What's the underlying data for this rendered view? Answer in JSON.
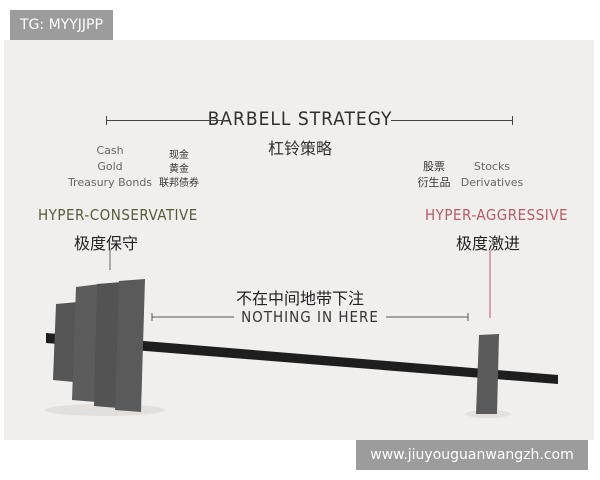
{
  "header": {
    "tag": "TG: MYYJJPP"
  },
  "title": {
    "en": "BARBELL STRATEGY",
    "zh": "杠铃策略"
  },
  "left": {
    "assets_en": [
      "Cash",
      "Gold",
      "Treasury Bonds"
    ],
    "assets_zh": [
      "现金",
      "黄金",
      "联邦债券"
    ],
    "heading_en": "HYPER-CONSERVATIVE",
    "heading_zh": "极度保守",
    "color": "#5a5a38"
  },
  "right": {
    "assets_zh": [
      "股票",
      "衍生品"
    ],
    "assets_en": [
      "Stocks",
      "Derivatives"
    ],
    "heading_en": "HYPER-AGGRESSIVE",
    "heading_zh": "极度激进",
    "color": "#b85a62"
  },
  "middle": {
    "zh": "不在中间地带下注",
    "en": "NOTHING IN HERE"
  },
  "watermark": "www.jiuyouguanwangzh.com"
}
